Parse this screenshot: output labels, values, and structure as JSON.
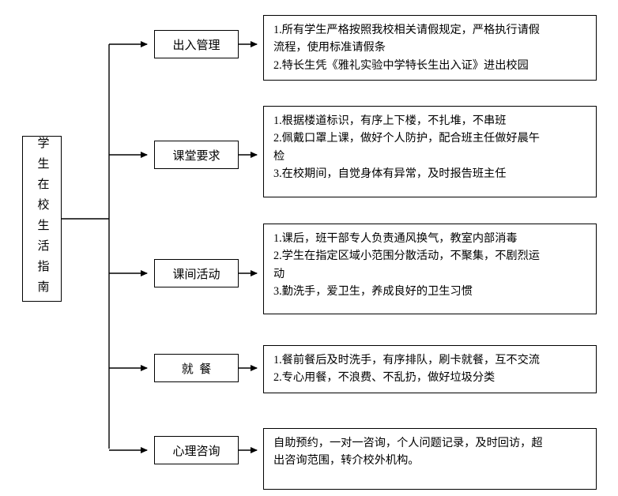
{
  "diagram": {
    "title": "学生在校生活指南",
    "type": "flowchart",
    "root": {
      "label": "学生在校生活指南",
      "orientation": "vertical"
    },
    "branches": [
      {
        "category": "出入管理",
        "lines": [
          "1.所有学生严格按照我校相关请假规定，严格执行请假",
          "流程，使用标准请假条",
          "2.特长生凭《雅礼实验中学特长生出入证》进出校园"
        ]
      },
      {
        "category": "课堂要求",
        "lines": [
          "1.根据楼道标识，有序上下楼，不扎堆，不串班",
          "2.佩戴口罩上课，做好个人防护，配合班主任做好晨午",
          "检",
          "3.在校期间，自觉身体有异常，及时报告班主任"
        ]
      },
      {
        "category": "课间活动",
        "lines": [
          "1.课后，班干部专人负责通风换气，教室内部消毒",
          "2.学生在指定区域小范围分散活动，不聚集，不剧烈运",
          "动",
          "3.勤洗手，爱卫生，养成良好的卫生习惯"
        ]
      },
      {
        "category": "就  餐",
        "lines": [
          "1.餐前餐后及时洗手，有序排队，刷卡就餐，互不交流",
          "2.专心用餐，不浪费、不乱扔，做好垃圾分类"
        ]
      },
      {
        "category": "心理咨询",
        "lines": [
          "自助预约，一对一咨询，个人问题记录，及时回访，超",
          "出咨询范围，转介校外机构。"
        ]
      }
    ],
    "colors": {
      "stroke": "#000000",
      "background": "#ffffff",
      "text": "#000000"
    }
  }
}
